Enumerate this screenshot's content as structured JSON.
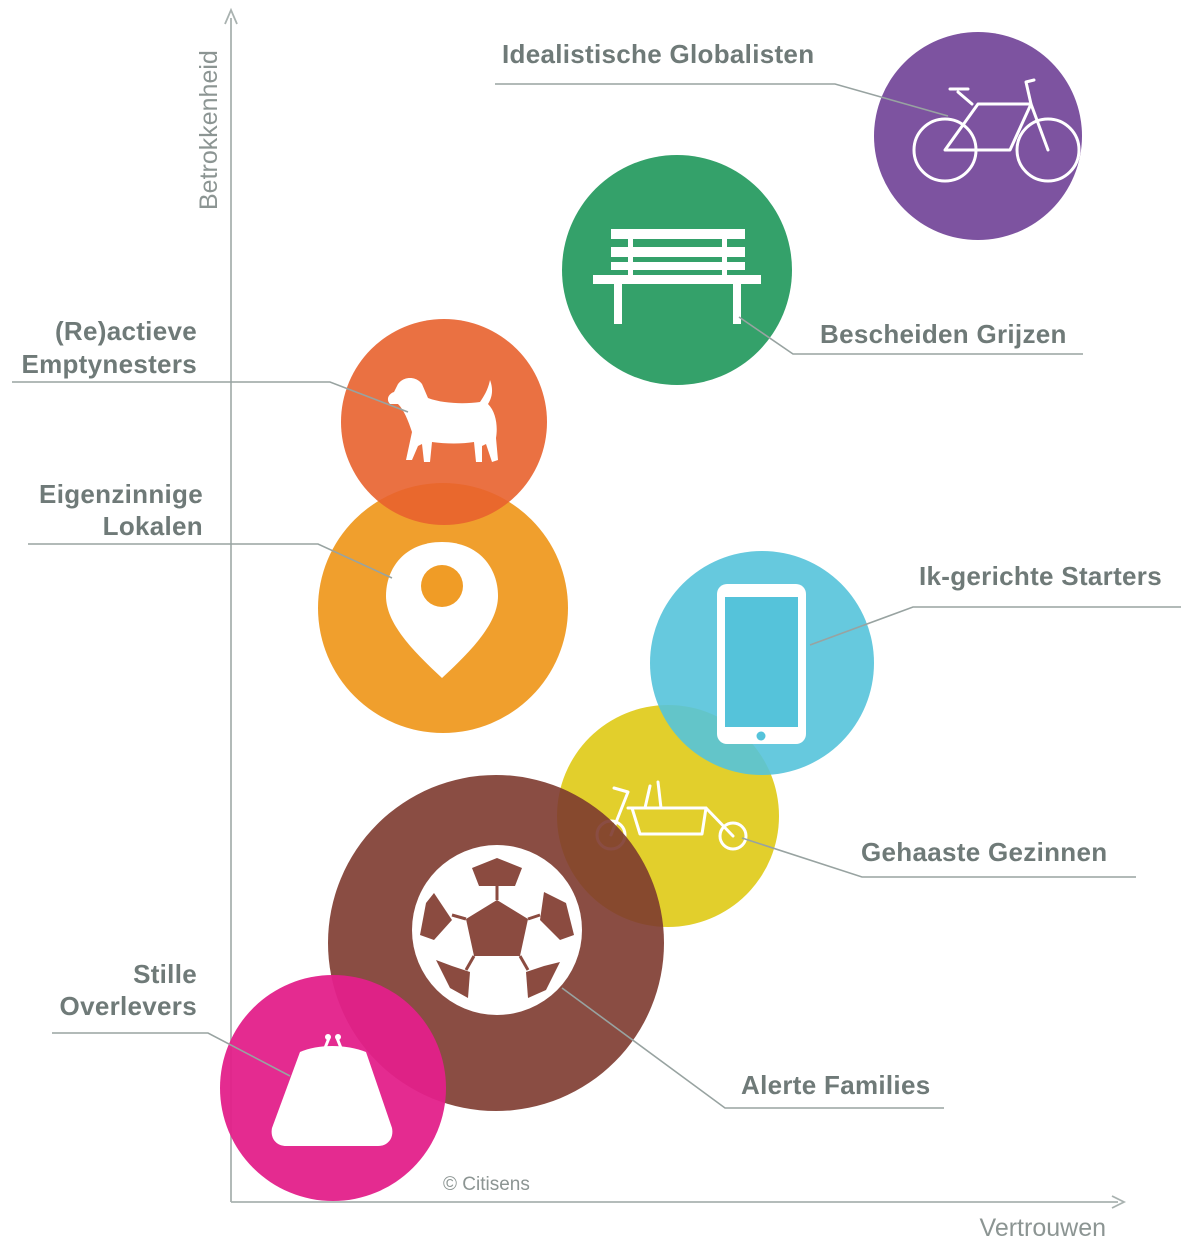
{
  "axes": {
    "y_label": "Betrokkenheid",
    "x_label": "Vertrouwen"
  },
  "credit": "© Citisens",
  "colors": {
    "purple": "#7d53a0",
    "green": "#34a16a",
    "orange_red": "#e8622e",
    "orange": "#f09c26",
    "blue": "#55c3da",
    "yellow": "#e2cf2c",
    "brown": "#8b4b40",
    "magenta": "#e3208a",
    "text": "#6f7a78"
  },
  "segments": [
    {
      "id": "idealistische-globalisten",
      "line1": "Idealistische Globalisten",
      "line2": "",
      "icon": "bicycle-icon",
      "color": "#7d53a0"
    },
    {
      "id": "bescheiden-grijzen",
      "line1": "Bescheiden Grijzen",
      "line2": "",
      "icon": "bench-icon",
      "color": "#34a16a"
    },
    {
      "id": "reactieve-emptynesters",
      "line1": "(Re)actieve",
      "line2": "Emptynesters",
      "icon": "dog-icon",
      "color": "#e8622e"
    },
    {
      "id": "eigenzinnige-lokalen",
      "line1": "Eigenzinnige",
      "line2": "Lokalen",
      "icon": "location-pin-icon",
      "color": "#f09c26"
    },
    {
      "id": "ik-gerichte-starters",
      "line1": "Ik-gerichte Starters",
      "line2": "",
      "icon": "smartphone-icon",
      "color": "#55c3da"
    },
    {
      "id": "gehaaste-gezinnen",
      "line1": "Gehaaste Gezinnen",
      "line2": "",
      "icon": "cargo-bike-icon",
      "color": "#e2cf2c"
    },
    {
      "id": "alerte-families",
      "line1": "Alerte Families",
      "line2": "",
      "icon": "soccer-ball-icon",
      "color": "#8b4b40"
    },
    {
      "id": "stille-overlevers",
      "line1": "Stille",
      "line2": "Overlevers",
      "icon": "purse-icon",
      "color": "#e3208a"
    }
  ]
}
